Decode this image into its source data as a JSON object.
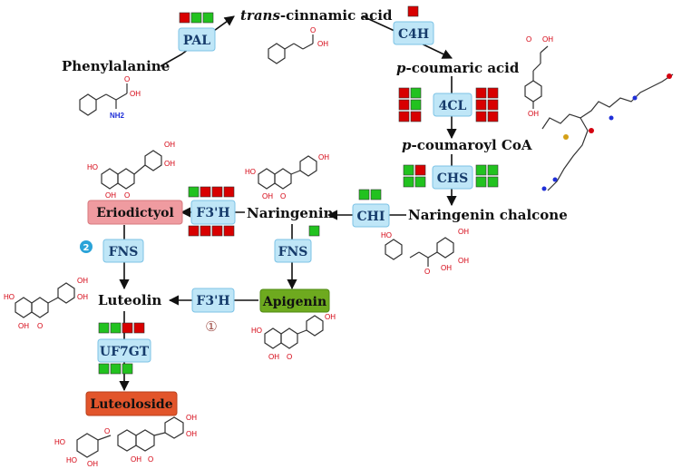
{
  "colors": {
    "up": "#d80000",
    "down": "#22c21f",
    "enzyme_fill": "#bfe6f7",
    "enzyme_stroke": "#7cc3e6",
    "eriodictyol_fill": "#ef9ba0",
    "apigenin_fill": "#6eaa1f",
    "luteoloside_fill": "#e2552b",
    "marker1": "#a0524b",
    "marker2": "#2aa3d8"
  },
  "metabolites": {
    "phenylalanine": "Phenylalanine",
    "cinnamic_prefix": "trans",
    "cinnamic_suffix": "-cinnamic acid",
    "coumaric_prefix": "p",
    "coumaric_suffix": "-coumaric acid",
    "coumaroyl_prefix": "p",
    "coumaroyl_suffix": "-coumaroyl CoA",
    "naringenin_chalcone": "Naringenin chalcone",
    "naringenin": "Naringenin",
    "eriodictyol": "Eriodictyol",
    "apigenin": "Apigenin",
    "luteolin": "Luteolin",
    "luteoloside": "Luteoloside"
  },
  "enzymes": {
    "pal": "PAL",
    "c4h": "C4H",
    "fourcl": "4CL",
    "chs": "CHS",
    "chi": "CHI",
    "f3h_upper": "F3'H",
    "fns_mid": "FNS",
    "fns_left": "FNS",
    "f3h_lower": "F3'H",
    "uf7gt": "UF7GT"
  },
  "atoms": {
    "oh": "OH",
    "o": "O",
    "nh2": "NH2",
    "ho": "HO"
  },
  "markers": {
    "m1": "①",
    "m2": "2"
  },
  "gene_squares": {
    "pal": [
      "r",
      "g",
      "g"
    ],
    "c4h": [
      "r"
    ],
    "fourcl_left": [
      "r",
      "g",
      "r",
      "g",
      "r",
      "r"
    ],
    "fourcl_right": [
      "r",
      "r",
      "r",
      "r",
      "r",
      "r"
    ],
    "chs_left": [
      "g",
      "r",
      "g",
      "g"
    ],
    "chs_right": [
      "g",
      "g",
      "g",
      "g"
    ],
    "chi": [
      "g",
      "g"
    ],
    "f3h_upper_top": [
      "g",
      "r",
      "r",
      "r"
    ],
    "f3h_upper_bottom": [
      "r",
      "r",
      "r",
      "r"
    ],
    "fns_mid": [
      "g"
    ],
    "uf7gt_top": [
      "g",
      "g",
      "r",
      "r"
    ],
    "uf7gt_bottom": [
      "g",
      "g",
      "g"
    ]
  }
}
